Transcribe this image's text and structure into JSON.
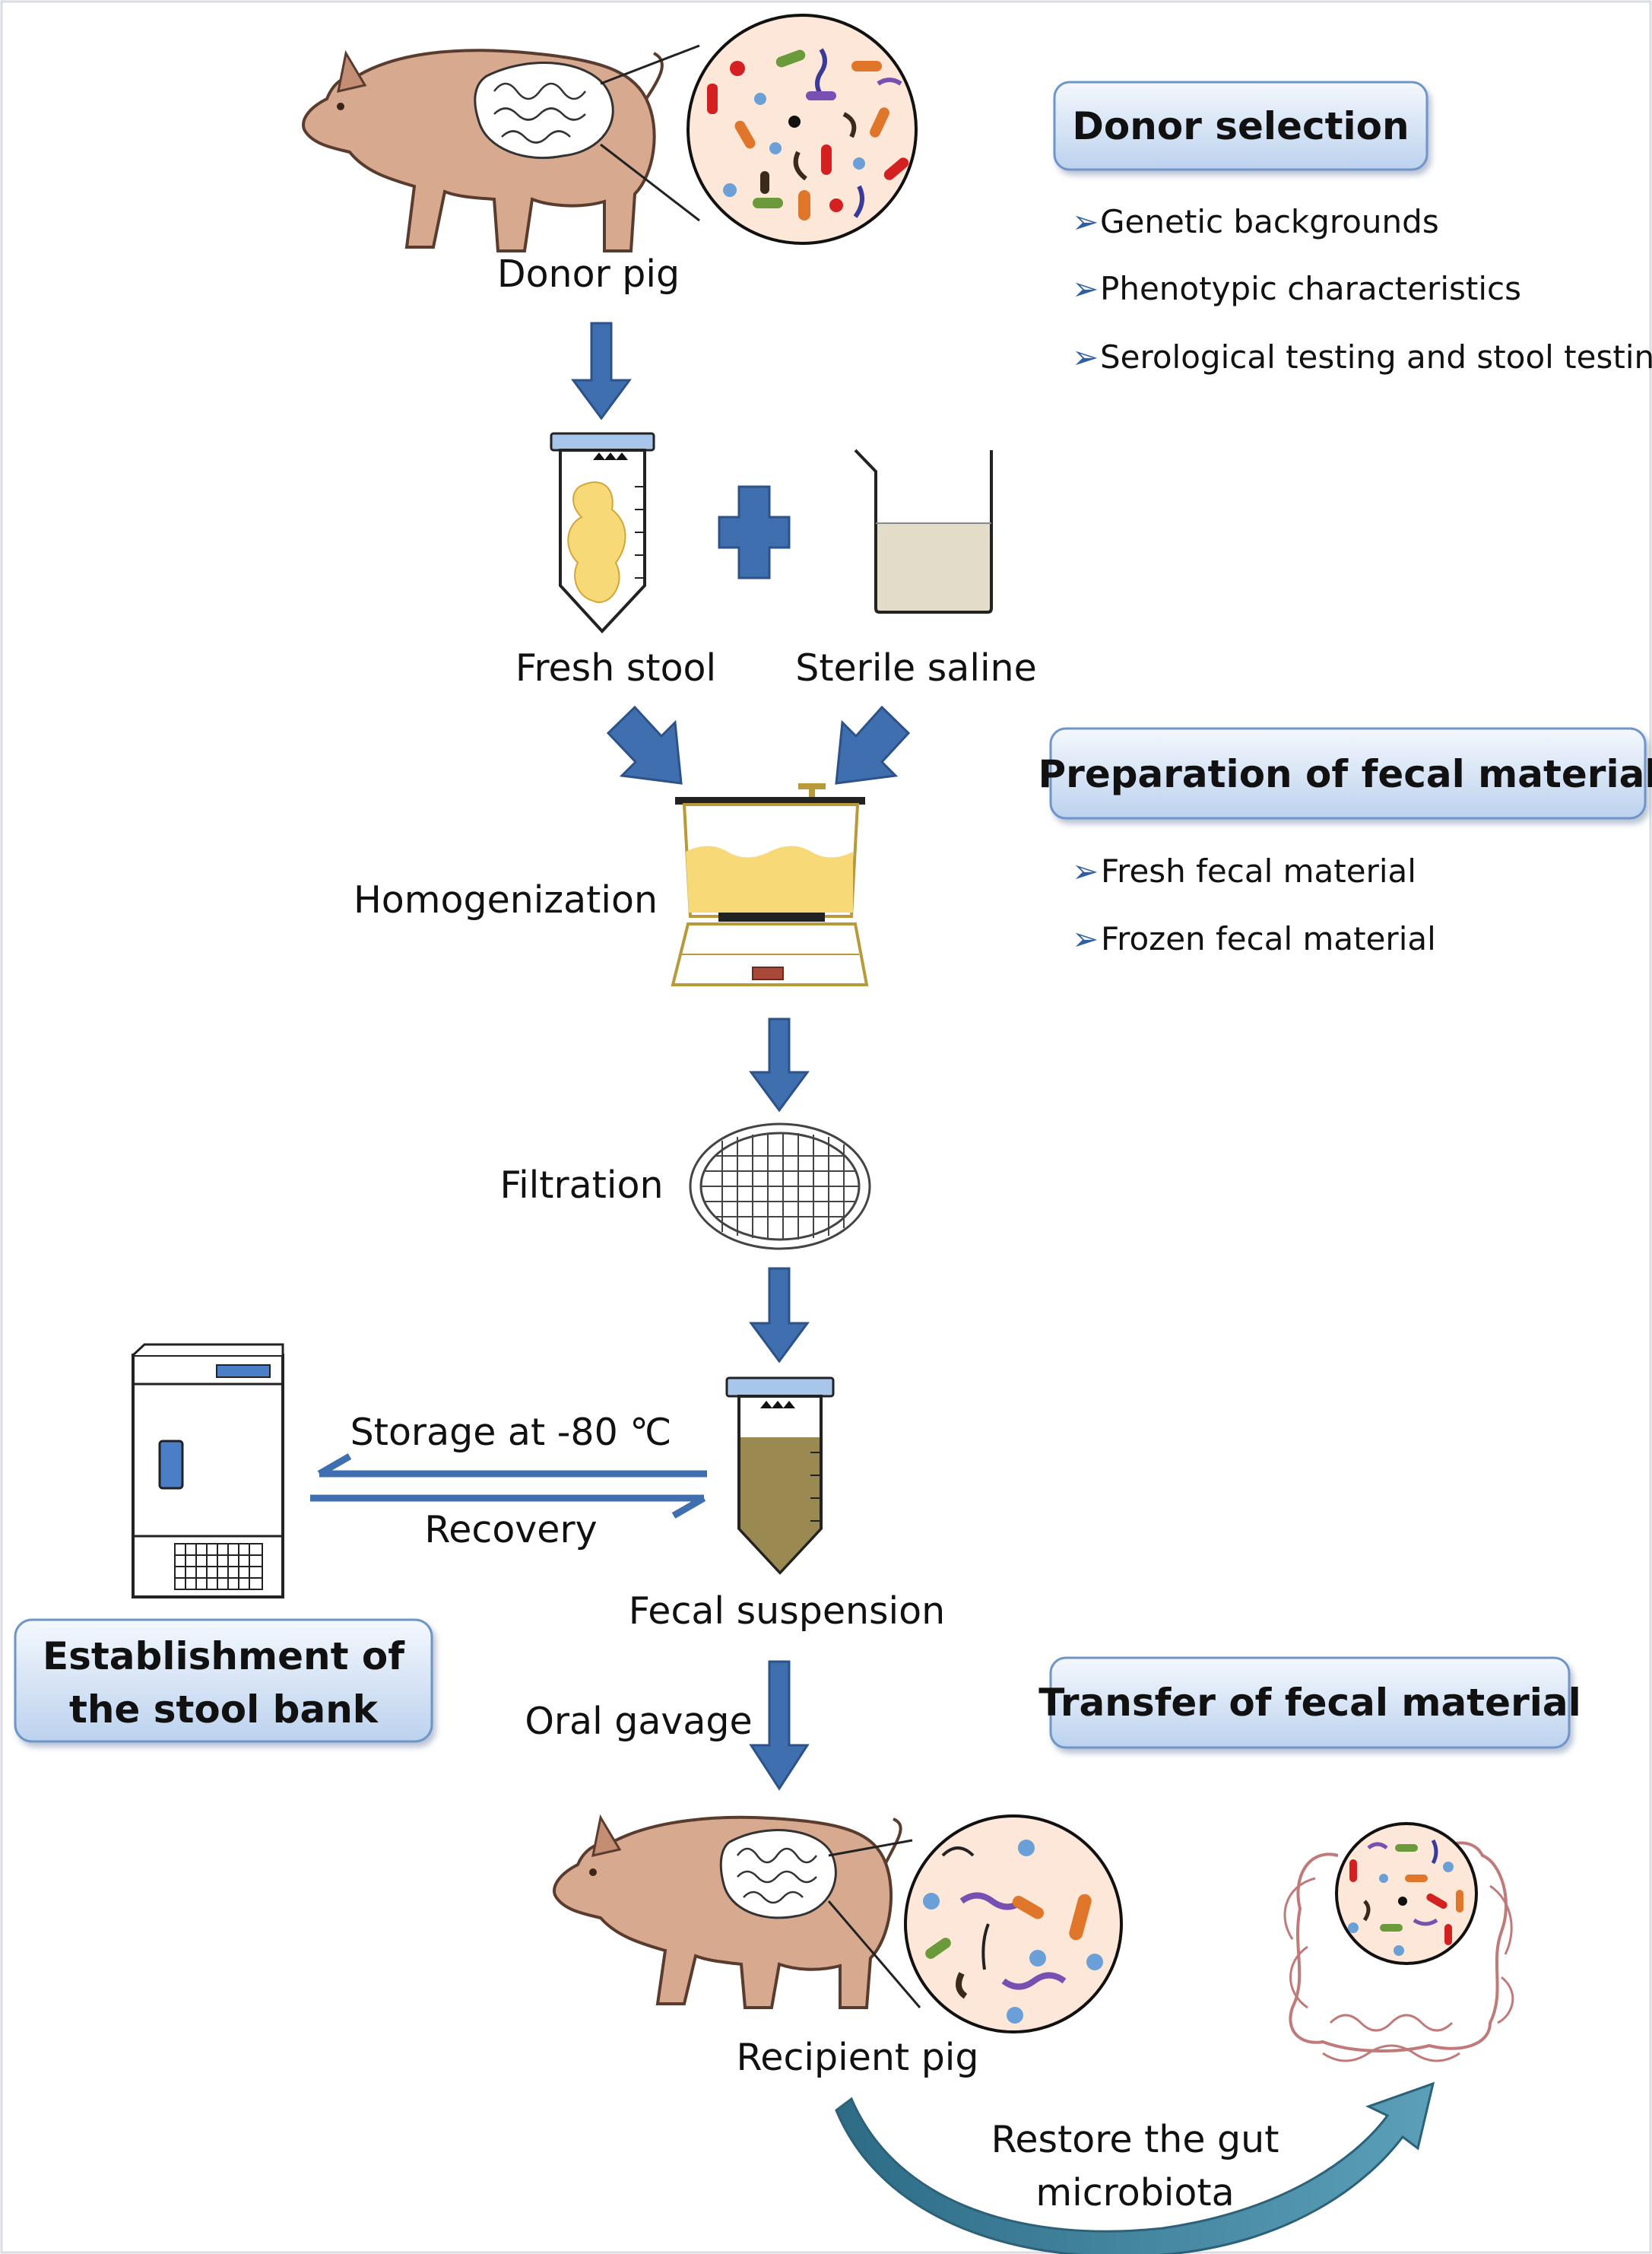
{
  "sections": {
    "donor_selection": {
      "title": "Donor selection",
      "bullets": [
        "Genetic backgrounds",
        "Phenotypic characteristics",
        "Serological testing and stool testing"
      ]
    },
    "preparation": {
      "title": "Preparation of fecal material",
      "bullets": [
        "Fresh fecal material",
        "Frozen fecal material"
      ]
    },
    "stool_bank": {
      "title_line1": "Establishment of",
      "title_line2": "the stool bank"
    },
    "transfer": {
      "title": "Transfer of fecal material"
    }
  },
  "labels": {
    "donor_pig": "Donor pig",
    "fresh_stool": "Fresh stool",
    "sterile_saline": "Sterile saline",
    "homogenization": "Homogenization",
    "filtration": "Filtration",
    "storage": "Storage at -80 ℃",
    "recovery": "Recovery",
    "fecal_suspension": "Fecal suspension",
    "oral_gavage": "Oral gavage",
    "recipient_pig": "Recipient pig",
    "restore_line1": "Restore the gut",
    "restore_line2": "microbiota"
  },
  "bullet_glyph": "➢",
  "colors": {
    "arrow_blue": "#3f6fae",
    "box_fill": "#d6e4f6",
    "box_stroke": "#6f95c8",
    "pig_skin": "#d7a98f",
    "stool_yellow": "#f8d978",
    "suspension_brown": "#9a8a52",
    "curved_arrow": "#3a7f9c"
  }
}
